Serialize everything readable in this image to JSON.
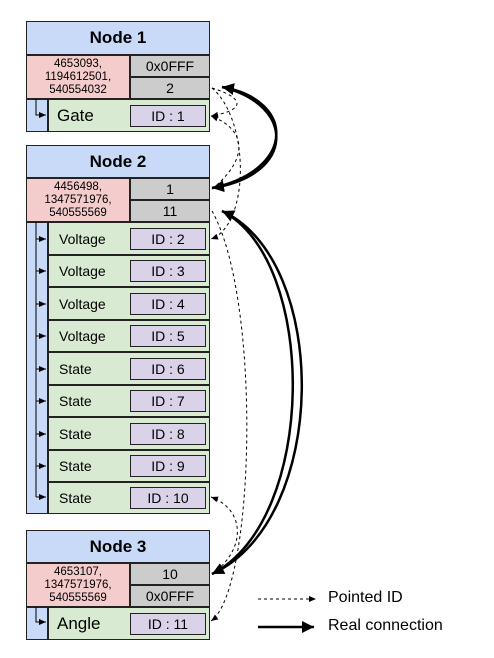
{
  "nodes": [
    {
      "title": "Node 1",
      "address": "4653093,\n1194612501,\n540554032",
      "pointers": [
        "0x0FFF",
        "2"
      ],
      "children": [
        {
          "name": "Gate",
          "id": "ID : 1"
        }
      ]
    },
    {
      "title": "Node 2",
      "address": "4456498,\n1347571976,\n540555569",
      "pointers": [
        "1",
        "11"
      ],
      "children": [
        {
          "name": "Voltage",
          "id": "ID : 2"
        },
        {
          "name": "Voltage",
          "id": "ID : 3"
        },
        {
          "name": "Voltage",
          "id": "ID : 4"
        },
        {
          "name": "Voltage",
          "id": "ID : 5"
        },
        {
          "name": "State",
          "id": "ID : 6"
        },
        {
          "name": "State",
          "id": "ID : 7"
        },
        {
          "name": "State",
          "id": "ID : 8"
        },
        {
          "name": "State",
          "id": "ID : 9"
        },
        {
          "name": "State",
          "id": "ID : 10"
        }
      ]
    },
    {
      "title": "Node 3",
      "address": "4653107,\n1347571976,\n540555569",
      "pointers": [
        "10",
        "0x0FFF"
      ],
      "children": [
        {
          "name": "Angle",
          "id": "ID : 11"
        }
      ]
    }
  ],
  "legend": {
    "pointed": "Pointed ID",
    "real": "Real connection"
  }
}
